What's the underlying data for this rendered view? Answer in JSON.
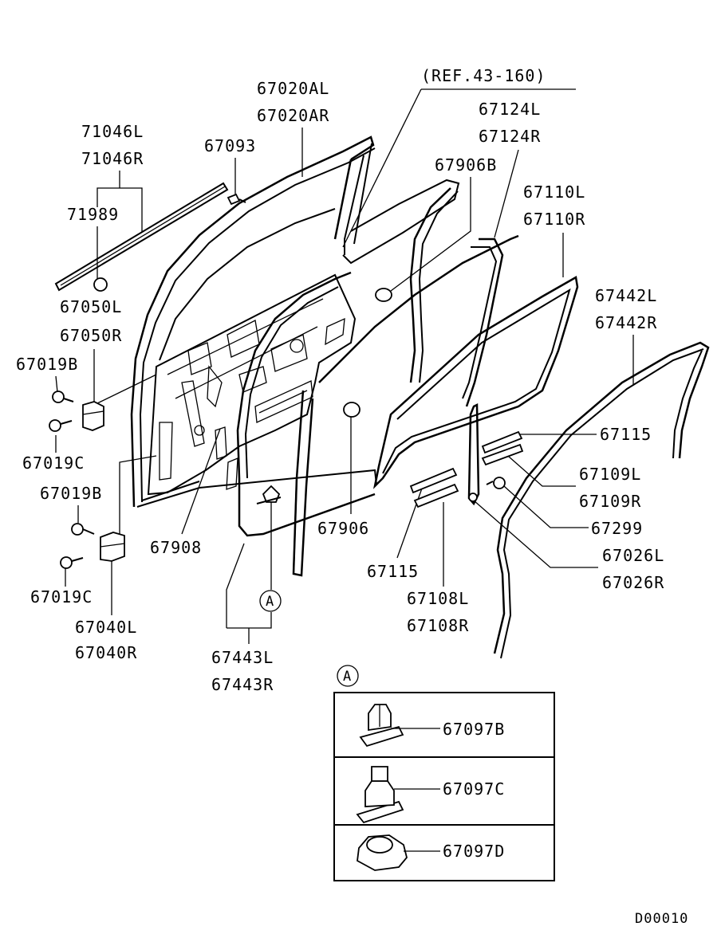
{
  "diagram": {
    "reference": "(REF.43-160)",
    "labels": {
      "p67020AL": "67020AL",
      "p67020AR": "67020AR",
      "p71046L": "71046L",
      "p71046R": "71046R",
      "p67093": "67093",
      "p71989": "71989",
      "p67124L": "67124L",
      "p67124R": "67124R",
      "p67906B": "67906B",
      "p67110L": "67110L",
      "p67110R": "67110R",
      "p67050L": "67050L",
      "p67050R": "67050R",
      "p67442L": "67442L",
      "p67442R": "67442R",
      "p67019B_top": "67019B",
      "p67019C_top": "67019C",
      "p67019B_bot": "67019B",
      "p67019C_bot": "67019C",
      "p67115_right": "67115",
      "p67109L": "67109L",
      "p67109R": "67109R",
      "p67299": "67299",
      "p67908": "67908",
      "p67906": "67906",
      "p67026L": "67026L",
      "p67026R": "67026R",
      "p67115_left": "67115",
      "p67108L": "67108L",
      "p67108R": "67108R",
      "p67040L": "67040L",
      "p67040R": "67040R",
      "p67443L": "67443L",
      "p67443R": "67443R",
      "p67097B": "67097B",
      "p67097C": "67097C",
      "p67097D": "67097D"
    },
    "callout_marker": "A",
    "detail_marker": "A",
    "drawing_code": "D00010"
  }
}
